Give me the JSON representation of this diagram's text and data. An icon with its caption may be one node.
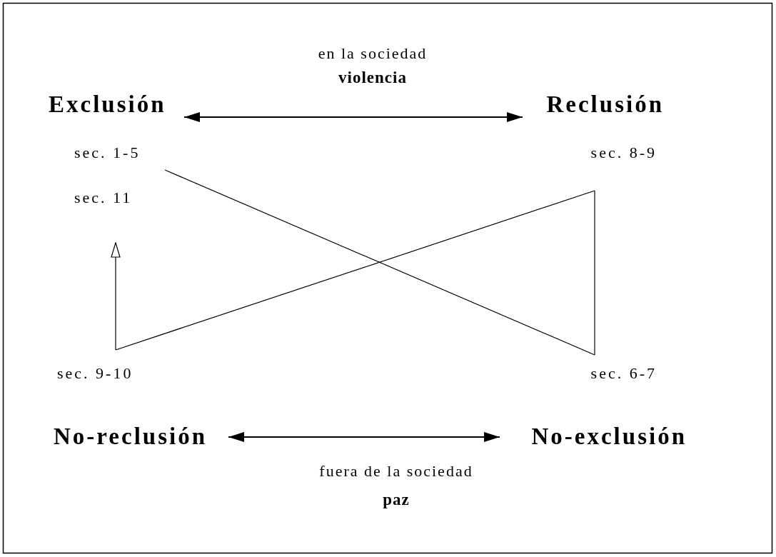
{
  "diagram": {
    "nodes": [
      {
        "text": [
          "Exclusión"
        ]
      },
      {
        "text": [
          "Reclusión"
        ]
      },
      {
        "text": [
          "sec. 1-5"
        ]
      },
      {
        "text": [
          "sec. 8-9"
        ]
      },
      {
        "text": [
          "sec. 11"
        ]
      },
      {
        "text": [
          "sec. 9-10"
        ]
      },
      {
        "text": [
          "sec. 6-7"
        ]
      },
      {
        "text": [
          "No-reclusión"
        ]
      },
      {
        "text": [
          "No-exclusión"
        ]
      }
    ],
    "edges": [
      {
        "from": 0,
        "to": 1,
        "arrow": "both"
      },
      {
        "from": 2,
        "to": 6,
        "arrow": "none"
      },
      {
        "from": 6,
        "to": 3,
        "arrow": "none"
      },
      {
        "from": 3,
        "to": 5,
        "arrow": "none"
      },
      {
        "from": 5,
        "to": 4,
        "arrow": "to"
      },
      {
        "from": 7,
        "to": 8,
        "arrow": "both"
      }
    ],
    "labels": [
      "en la sociedad",
      "violencia",
      "fuera de la sociedad",
      "paz"
    ]
  }
}
